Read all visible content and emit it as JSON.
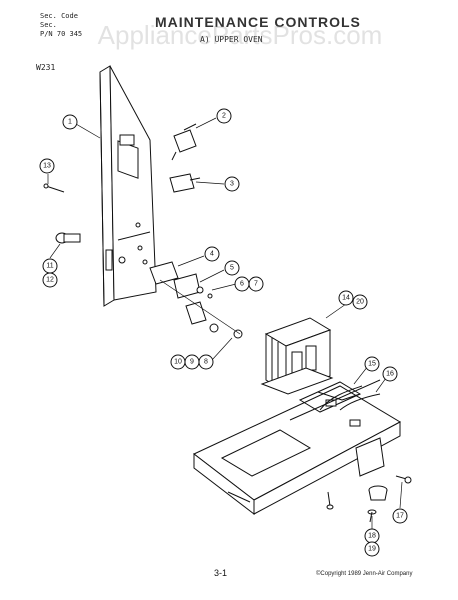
{
  "header": {
    "line1": "Sec. Code",
    "line2": "Sec.",
    "line3": "P/N 70 345",
    "model": "W231",
    "title": "MAINTENANCE  CONTROLS",
    "subtitle": "A)  UPPER OVEN"
  },
  "watermark": "AppliancePartsPros.com",
  "footer": {
    "page": "3-1",
    "copyright": "©Copyright 1989 Jenn-Air Company"
  },
  "callouts": [
    "1",
    "2",
    "3",
    "13",
    "4",
    "5",
    "6",
    "7",
    "11",
    "12",
    "10",
    "9",
    "8",
    "14",
    "20",
    "15",
    "16",
    "17",
    "18",
    "19"
  ]
}
